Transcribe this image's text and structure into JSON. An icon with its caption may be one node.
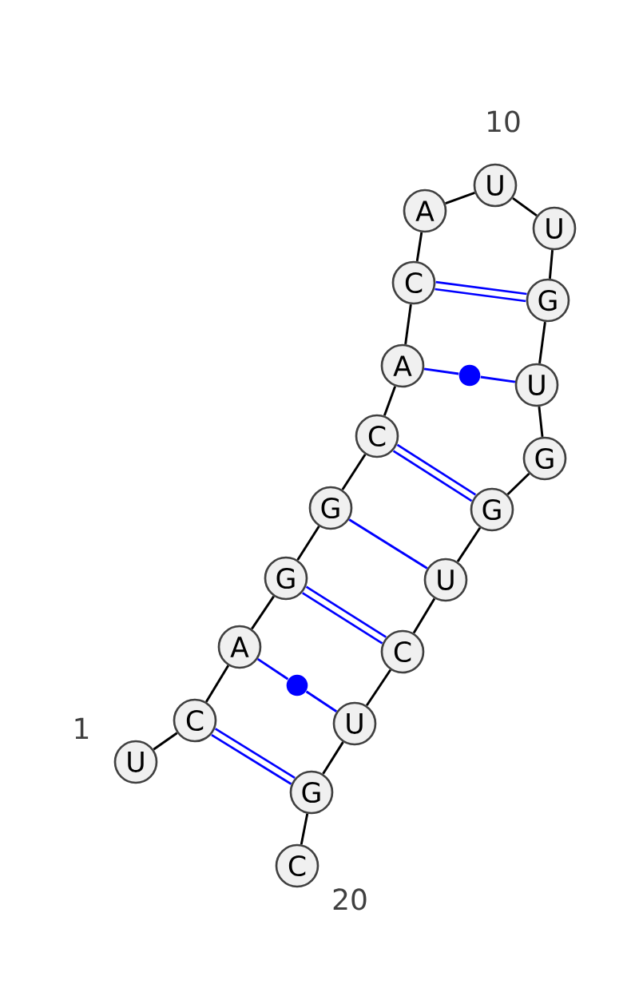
{
  "diagram": {
    "nodes": [
      {
        "text": [
          "U"
        ],
        "beside": [
          "1"
        ]
      },
      {
        "text": [
          "C"
        ]
      },
      {
        "text": [
          "A"
        ]
      },
      {
        "text": [
          "G"
        ]
      },
      {
        "text": [
          "G"
        ]
      },
      {
        "text": [
          "C"
        ]
      },
      {
        "text": [
          "A"
        ]
      },
      {
        "text": [
          "C"
        ]
      },
      {
        "text": [
          "A"
        ]
      },
      {
        "text": [
          "U"
        ],
        "beside": [
          "10"
        ]
      },
      {
        "text": [
          "U"
        ]
      },
      {
        "text": [
          "G"
        ]
      },
      {
        "text": [
          "U"
        ]
      },
      {
        "text": [
          "G"
        ]
      },
      {
        "text": [
          "G"
        ]
      },
      {
        "text": [
          "U"
        ]
      },
      {
        "text": [
          "C"
        ]
      },
      {
        "text": [
          "U"
        ]
      },
      {
        "text": [
          "G"
        ]
      },
      {
        "text": [
          "C"
        ],
        "beside": [
          "20"
        ]
      },
      {
        "text": [],
        "shape": "circle"
      },
      {
        "text": [],
        "shape": "circle"
      }
    ],
    "edges": [
      {
        "from": 0,
        "to": 1,
        "arrow": "none"
      },
      {
        "from": 1,
        "to": 2,
        "arrow": "none"
      },
      {
        "from": 2,
        "to": 3,
        "arrow": "none"
      },
      {
        "from": 3,
        "to": 4,
        "arrow": "none"
      },
      {
        "from": 4,
        "to": 5,
        "arrow": "none"
      },
      {
        "from": 5,
        "to": 6,
        "arrow": "none"
      },
      {
        "from": 6,
        "to": 7,
        "arrow": "none"
      },
      {
        "from": 7,
        "to": 8,
        "arrow": "none"
      },
      {
        "from": 8,
        "to": 9,
        "arrow": "none"
      },
      {
        "from": 9,
        "to": 10,
        "arrow": "none"
      },
      {
        "from": 10,
        "to": 11,
        "arrow": "none"
      },
      {
        "from": 11,
        "to": 12,
        "arrow": "none"
      },
      {
        "from": 12,
        "to": 13,
        "arrow": "none"
      },
      {
        "from": 13,
        "to": 14,
        "arrow": "none"
      },
      {
        "from": 14,
        "to": 15,
        "arrow": "none"
      },
      {
        "from": 15,
        "to": 16,
        "arrow": "none"
      },
      {
        "from": 16,
        "to": 17,
        "arrow": "none"
      },
      {
        "from": 17,
        "to": 18,
        "arrow": "none"
      },
      {
        "from": 18,
        "to": 19,
        "arrow": "none"
      },
      {
        "from": 1,
        "to": 18,
        "arrow": "none",
        "style": "thick",
        "color": "#0000ff"
      },
      {
        "from": 2,
        "to": 20,
        "arrow": "none",
        "color": "#0000ff"
      },
      {
        "from": 20,
        "to": 17,
        "arrow": "none",
        "color": "#0000ff"
      },
      {
        "from": 3,
        "to": 16,
        "arrow": "none",
        "style": "thick",
        "color": "#0000ff"
      },
      {
        "from": 4,
        "to": 15,
        "arrow": "none",
        "color": "#0000ff"
      },
      {
        "from": 5,
        "to": 14,
        "arrow": "none",
        "style": "thick",
        "color": "#0000ff"
      },
      {
        "from": 6,
        "to": 21,
        "arrow": "none",
        "color": "#0000ff"
      },
      {
        "from": 21,
        "to": 12,
        "arrow": "none",
        "color": "#0000ff"
      },
      {
        "from": 7,
        "to": 11,
        "arrow": "none",
        "style": "thick",
        "color": "#0000ff"
      }
    ]
  }
}
